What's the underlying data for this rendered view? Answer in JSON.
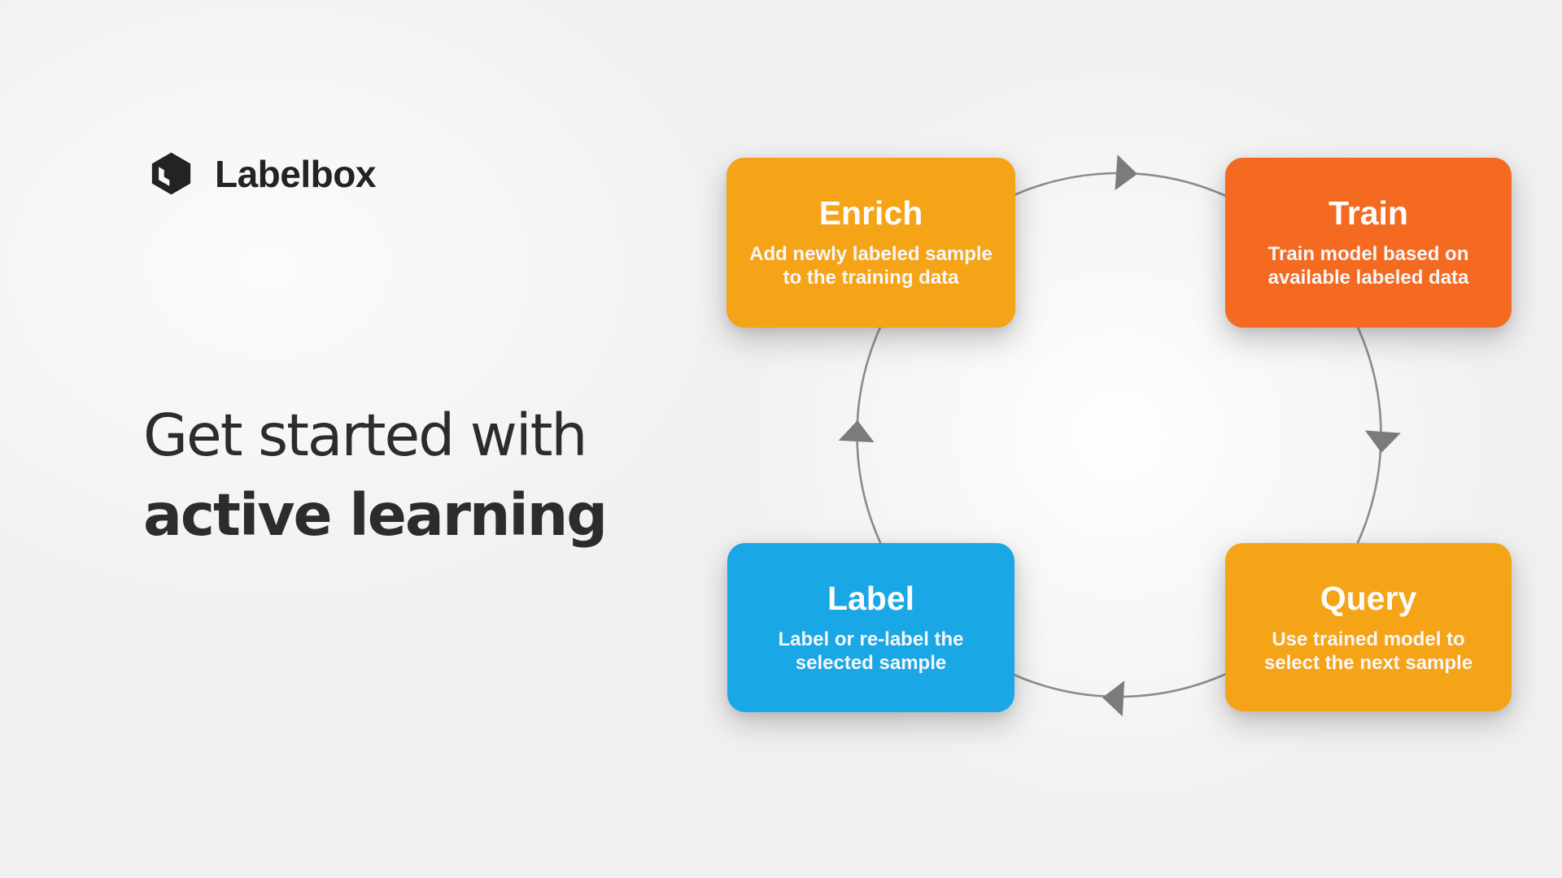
{
  "brand": {
    "name": "Labelbox",
    "logo_color": "#232323"
  },
  "headline": {
    "line1": "Get started with",
    "line2": "active learning"
  },
  "diagram": {
    "flow_direction": "clockwise",
    "circle_color": "#8B8B8B",
    "arrow_color": "#7B7B7B",
    "nodes": [
      {
        "id": "enrich",
        "title": "Enrich",
        "desc_lines": [
          "Add newly labeled sample",
          "to the training data"
        ],
        "color": "#F5A317"
      },
      {
        "id": "train",
        "title": "Train",
        "desc_lines": [
          "Train model based on",
          "available labeled data"
        ],
        "color": "#F36A20"
      },
      {
        "id": "query",
        "title": "Query",
        "desc_lines": [
          "Use trained model to",
          "select the next sample"
        ],
        "color": "#F5A317"
      },
      {
        "id": "label",
        "title": "Label",
        "desc_lines": [
          "Label or re-label the",
          "selected sample"
        ],
        "color": "#19A7E6"
      }
    ]
  }
}
